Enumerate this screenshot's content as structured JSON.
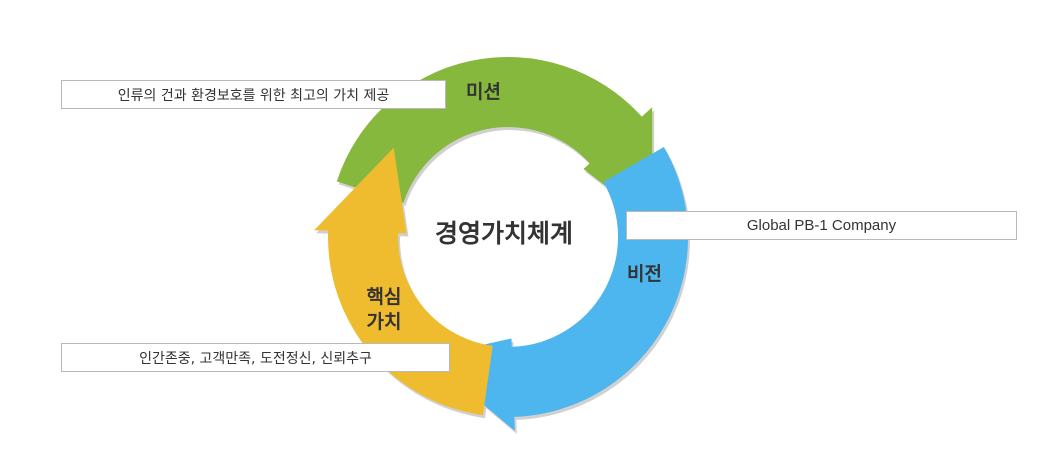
{
  "center_title": "경영가치체계",
  "segments": {
    "mission": {
      "label": "미션",
      "description": "인류의 건과 환경보호를 위한 최고의 가치 제공",
      "color": "#86b83d"
    },
    "vision": {
      "label": "비전",
      "description": "Global PB-1 Company",
      "color": "#4db6ee"
    },
    "core_values": {
      "label_line1": "핵심",
      "label_line2": "가치",
      "description": "인간존중, 고객만족, 도전정신, 신뢰추구",
      "color": "#f0bc2f"
    }
  }
}
